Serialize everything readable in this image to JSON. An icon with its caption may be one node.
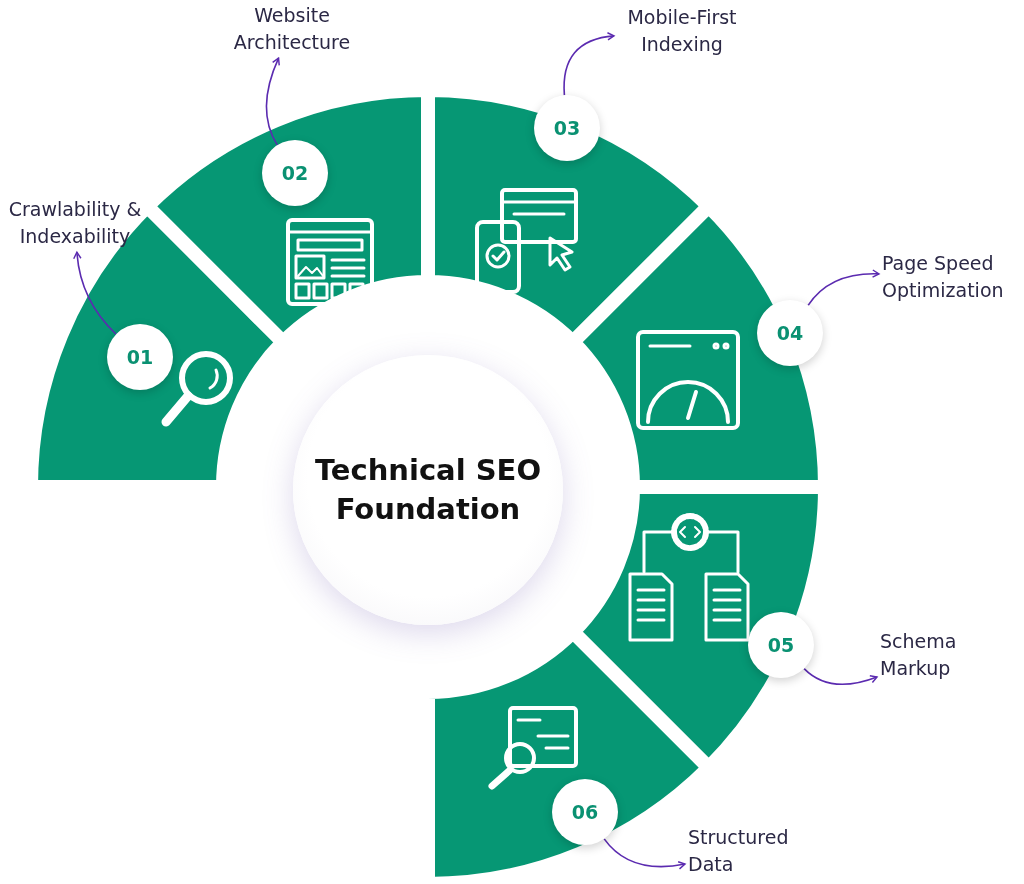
{
  "diagram": {
    "nodes": [
      {
        "text": [
          "Technical SEO Foundation"
        ]
      },
      {
        "text": [
          "01"
        ]
      },
      {
        "text": [
          "Crawlability & Indexability"
        ]
      },
      {
        "text": [
          "02"
        ]
      },
      {
        "text": [
          "Website Architecture"
        ]
      },
      {
        "text": [
          "03"
        ]
      },
      {
        "text": [
          "Mobile-First Indexing"
        ]
      },
      {
        "text": [
          "04"
        ]
      },
      {
        "text": [
          "Page Speed Optimization"
        ]
      },
      {
        "text": [
          "05"
        ]
      },
      {
        "text": [
          "Schema Markup"
        ]
      },
      {
        "text": [
          "06"
        ]
      },
      {
        "text": [
          "Structured Data"
        ]
      }
    ],
    "edges": [
      {
        "from": 1,
        "to": 2,
        "arrow": "to"
      },
      {
        "from": 3,
        "to": 4,
        "arrow": "to"
      },
      {
        "from": 5,
        "to": 6,
        "arrow": "to"
      },
      {
        "from": 7,
        "to": 8,
        "arrow": "to"
      },
      {
        "from": 9,
        "to": 10,
        "arrow": "to"
      },
      {
        "from": 11,
        "to": 12,
        "arrow": "to"
      }
    ]
  }
}
